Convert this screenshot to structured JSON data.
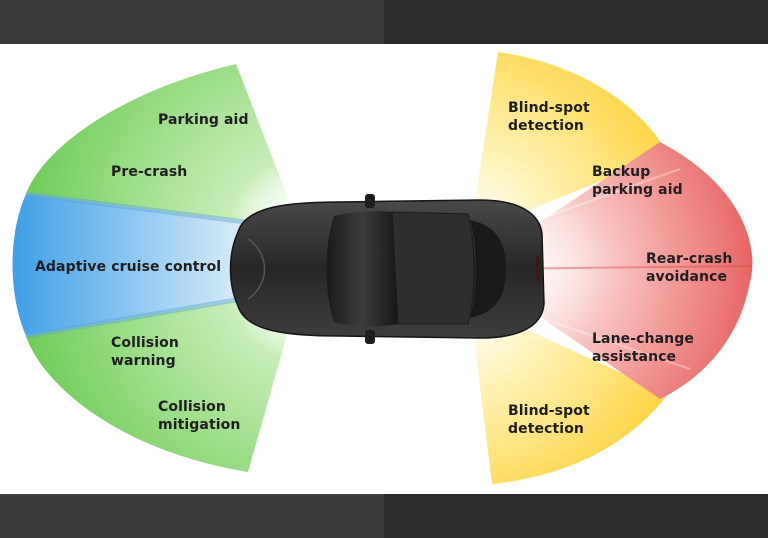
{
  "colors": {
    "front_zone": "#7fd46a",
    "cruise_zone": "#4aa8e8",
    "blind_spot_zone": "#ffd54a",
    "rear_zone": "#ec6a6a",
    "car_body": "#2b2b2b"
  },
  "front": {
    "parking_aid": "Parking aid",
    "pre_crash": "Pre-crash",
    "adaptive_cruise_control": "Adaptive cruise control",
    "collision_warning": "Collision\nwarning",
    "collision_mitigation": "Collision\nmitigation"
  },
  "rear": {
    "blind_spot_top": "Blind-spot\ndetection",
    "backup_parking_aid": "Backup\nparking aid",
    "rear_crash_avoidance": "Rear-crash\navoidance",
    "lane_change_assistance": "Lane-change\nassistance",
    "blind_spot_bottom": "Blind-spot\ndetection"
  }
}
